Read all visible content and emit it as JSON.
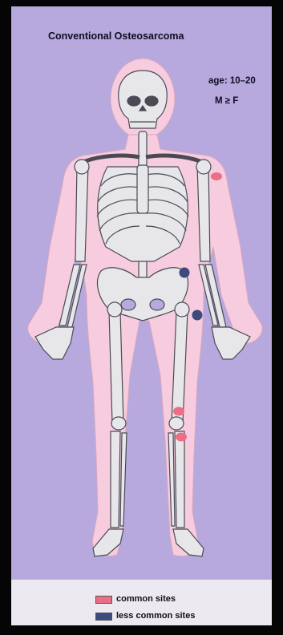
{
  "title": "Conventional Osteosarcoma",
  "age_label": "age: 10–20",
  "sex_ratio": "M ≥ F",
  "legend": [
    {
      "label": "common sites",
      "color": "#ea6f86"
    },
    {
      "label": "less common sites",
      "color": "#3d4a7d"
    }
  ],
  "colors": {
    "background": "#b7a9dd",
    "body_silhouette": "#f7ccdf",
    "bone": "#e7e7ea",
    "common_marker": "#ea6f86",
    "less_common_marker": "#3d4a7d"
  },
  "markers": [
    {
      "site": "proximal humerus",
      "category": "common"
    },
    {
      "site": "ilium",
      "category": "less common"
    },
    {
      "site": "proximal femur",
      "category": "less common"
    },
    {
      "site": "distal femur",
      "category": "common"
    },
    {
      "site": "proximal tibia",
      "category": "common"
    }
  ]
}
